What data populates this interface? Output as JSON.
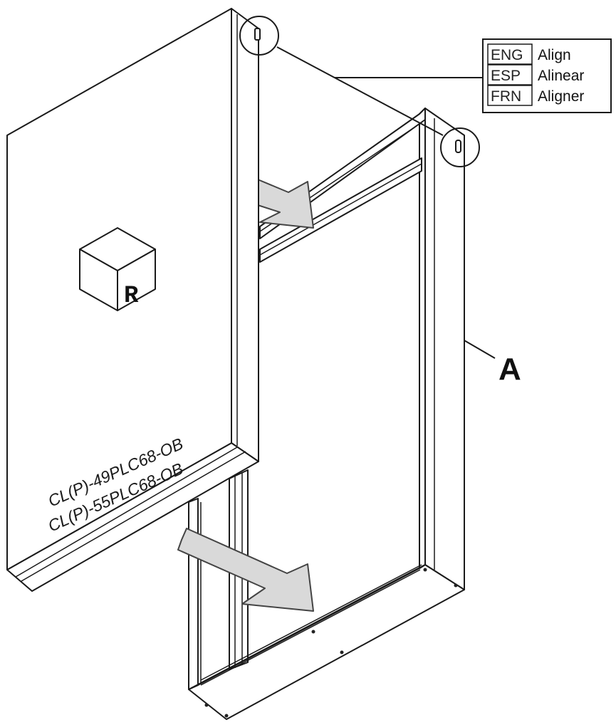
{
  "legend": {
    "rows": [
      {
        "code": "ENG",
        "word": "Align"
      },
      {
        "code": "ESP",
        "word": "Alinear"
      },
      {
        "code": "FRN",
        "word": "Aligner"
      }
    ]
  },
  "callout_label": "A",
  "cube_letter": "R",
  "models": {
    "line1": "CL(P)-49PLC68-OB",
    "line2": "CL(P)-55PLC68-OB"
  },
  "colors": {
    "line": "#1a1a1a",
    "arrow_fill": "#d9d9d9",
    "arrow_stroke": "#444444",
    "panel": "#ffffff"
  }
}
